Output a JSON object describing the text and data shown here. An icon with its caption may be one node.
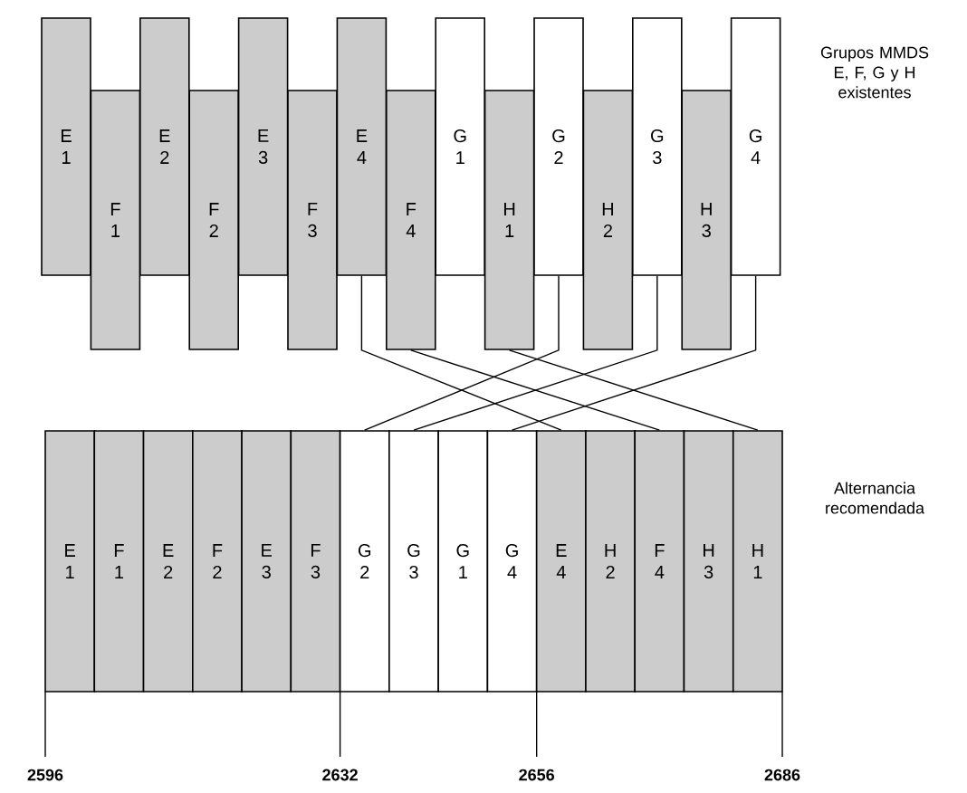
{
  "diagram": {
    "nodes": [
      {
        "text": [
          "E 1"
        ]
      },
      {
        "text": [
          "F 1"
        ]
      },
      {
        "text": [
          "E 2"
        ]
      },
      {
        "text": [
          "F 2"
        ]
      },
      {
        "text": [
          "E 3"
        ]
      },
      {
        "text": [
          "F 3"
        ]
      },
      {
        "text": [
          "E 4"
        ]
      },
      {
        "text": [
          "F 4"
        ]
      },
      {
        "text": [
          "G 1"
        ]
      },
      {
        "text": [
          "H 1"
        ]
      },
      {
        "text": [
          "G 2"
        ]
      },
      {
        "text": [
          "H 2"
        ]
      },
      {
        "text": [
          "G 3"
        ]
      },
      {
        "text": [
          "H 3"
        ]
      },
      {
        "text": [
          "G 4"
        ]
      },
      {
        "text": [
          "E 1"
        ]
      },
      {
        "text": [
          "F 1"
        ]
      },
      {
        "text": [
          "E 2"
        ]
      },
      {
        "text": [
          "F 2"
        ]
      },
      {
        "text": [
          "E 3"
        ]
      },
      {
        "text": [
          "F 3"
        ]
      },
      {
        "text": [
          "G 2"
        ]
      },
      {
        "text": [
          "G 3"
        ]
      },
      {
        "text": [
          "G 1"
        ]
      },
      {
        "text": [
          "G 4"
        ]
      },
      {
        "text": [
          "E 4"
        ]
      },
      {
        "text": [
          "H 2"
        ]
      },
      {
        "text": [
          "F 4"
        ]
      },
      {
        "text": [
          "H 3"
        ]
      },
      {
        "text": [
          "H 1"
        ]
      }
    ],
    "edges": [
      {
        "from": 6,
        "to": 25,
        "arrow": "none"
      },
      {
        "from": 7,
        "to": 27,
        "arrow": "none"
      },
      {
        "from": 9,
        "to": 29,
        "arrow": "none"
      },
      {
        "from": 10,
        "to": 21,
        "arrow": "none"
      },
      {
        "from": 12,
        "to": 22,
        "arrow": "none"
      },
      {
        "from": 14,
        "to": 24,
        "arrow": "none"
      }
    ],
    "labels": [
      "Grupos MMDS E, F, G y H existentes",
      "Alternancia recomendada",
      "2596",
      "2632",
      "2656",
      "2686"
    ]
  }
}
